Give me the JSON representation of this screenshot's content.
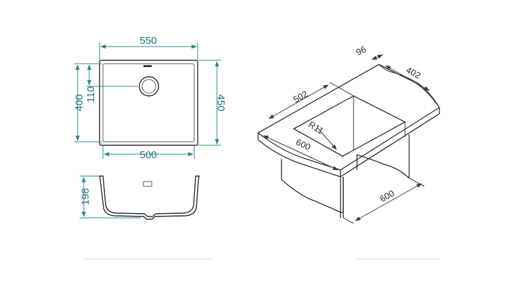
{
  "top_view": {
    "overall_width": "550",
    "inner_width": "500",
    "inner_height": "400",
    "drain_offset": "110",
    "overall_height": "450"
  },
  "section_view": {
    "depth": "198"
  },
  "isometric_view": {
    "rim_width": "96",
    "cabinet_depth": "402",
    "bowl_length": "502",
    "corner_radius": "R11",
    "worktop_width": "600",
    "cabinet_width": "600"
  }
}
